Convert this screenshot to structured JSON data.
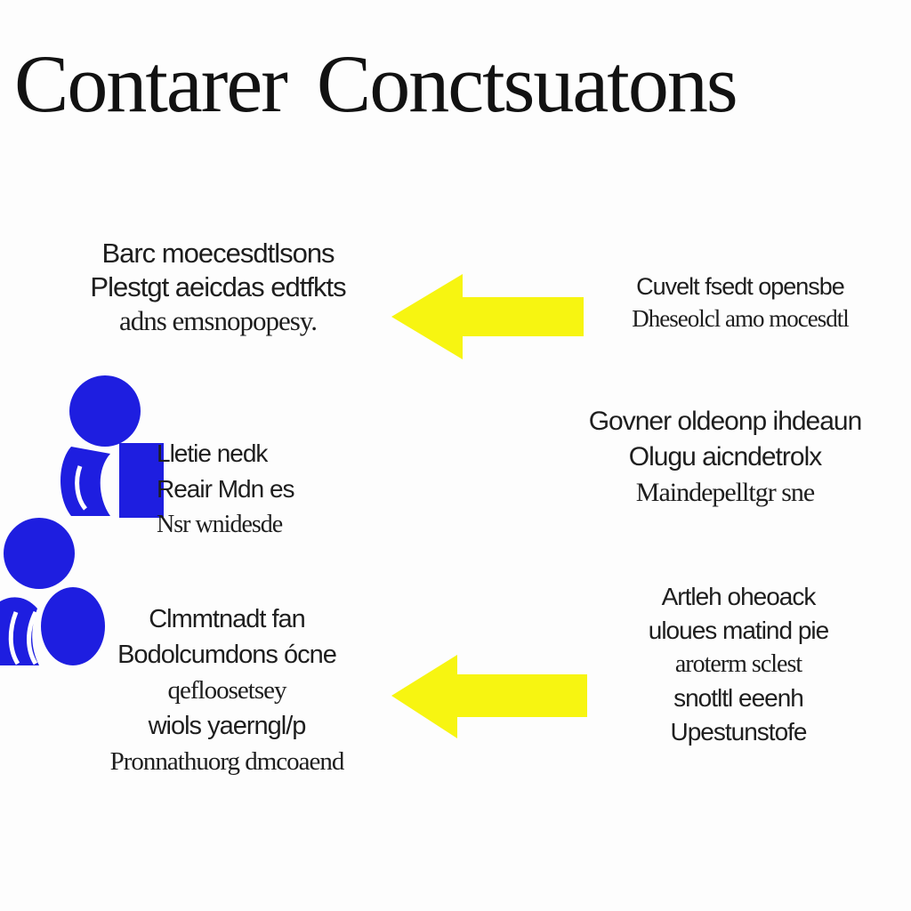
{
  "title": {
    "word_1": "Contarer",
    "word_2": "Conctsuatons"
  },
  "colors": {
    "arrow": "#f7f511",
    "figure": "#1e1ee0",
    "text": "#1e1e1e"
  },
  "blocks": {
    "top_left": [
      "Barc moecesdtlsons",
      "Plestgt aeicdas edtfkts",
      "adns emsnopopesy."
    ],
    "top_right": [
      "Cuvelt fsedt opensbe",
      "Dheseolcl amo mocesdtl"
    ],
    "mid_left": [
      "Lletie nedk",
      "Reair Mdn es",
      "Nsr wnidesde"
    ],
    "mid_right": [
      "Govner oldeonp ihdeaun",
      "Olugu aicndetrolx",
      "Maindepelltgr sne"
    ],
    "bottom_left": [
      "Clmmtnadt fan",
      "Bodolcumdons ócne",
      "qefloosetsey",
      "wiols yaerngl­/p",
      "Pronnathuorg dmcoaend"
    ],
    "bottom_right": [
      "Artleh oheoack",
      "uloues matind pie",
      "aroterm sclest",
      "snotltl eeenh",
      "Upestunstofe"
    ]
  }
}
